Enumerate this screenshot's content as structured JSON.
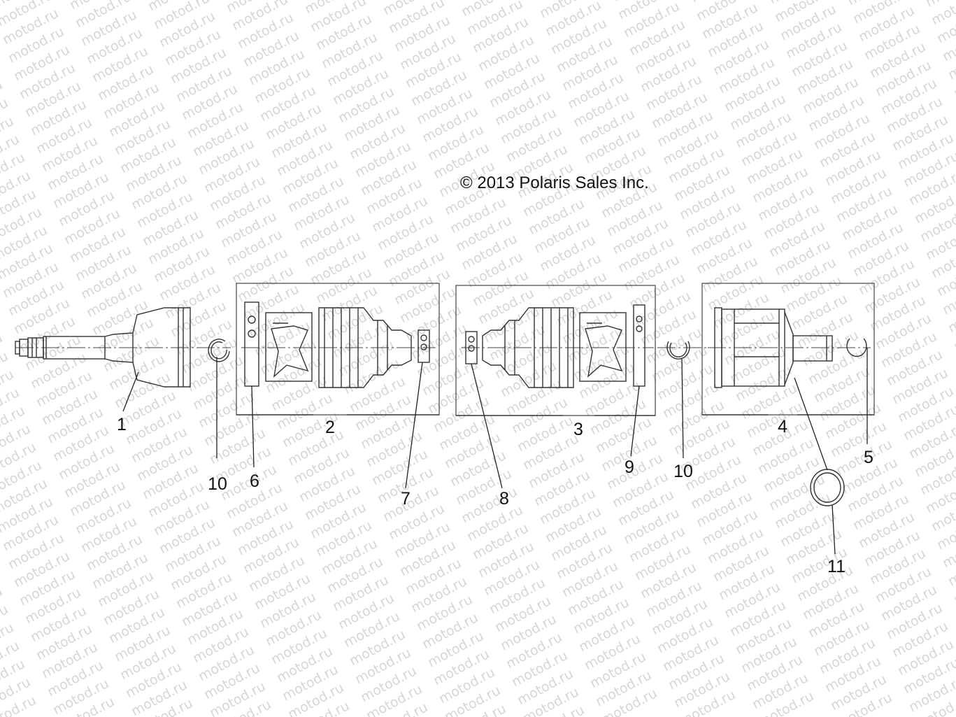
{
  "copyright": "© 2013 Polaris Sales Inc.",
  "watermark": "motod.ru",
  "callouts": {
    "c1": "1",
    "c2": "2",
    "c3": "3",
    "c4": "4",
    "c5": "5",
    "c6": "6",
    "c7": "7",
    "c8": "8",
    "c9": "9",
    "c10a": "10",
    "c10b": "10",
    "c11": "11"
  }
}
